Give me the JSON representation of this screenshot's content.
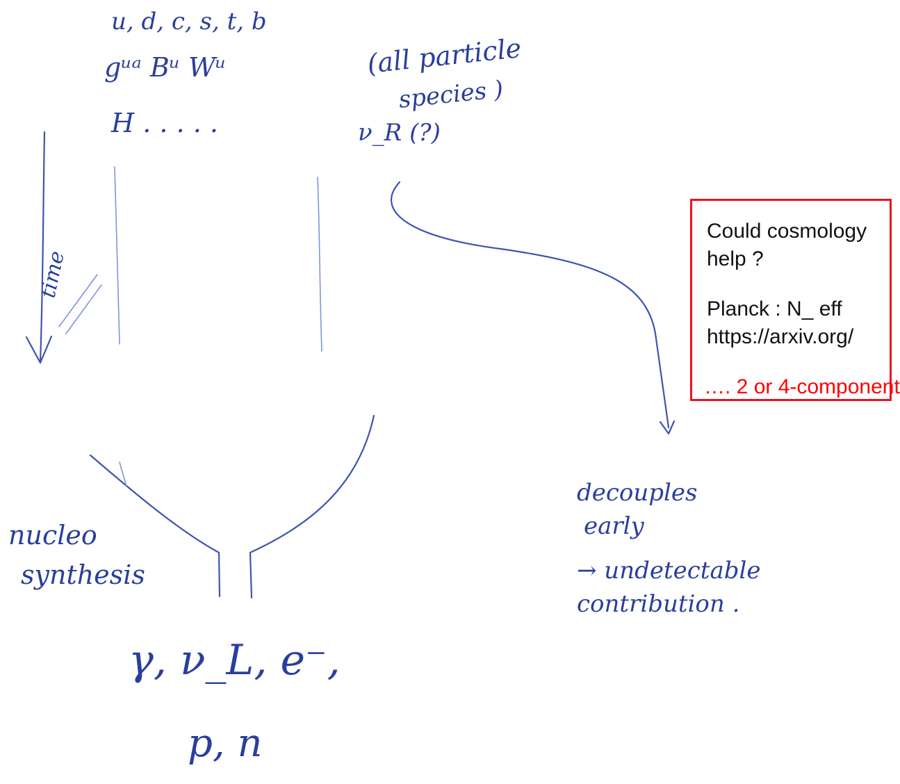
{
  "handwriting": {
    "quarks": "u, d, c, s, t, b",
    "bosons": "gᵘᵃ   Bᵘ  Wᵘ",
    "higgs": "H  . . . . .",
    "all_species_1": "(all particle",
    "all_species_2": "species )",
    "nu_r": "ν_R (?)",
    "time": "time",
    "nucleo_1": "nucleo",
    "nucleo_2": "synthesis",
    "products_1": "γ, ν_L, e⁻,",
    "products_2": "p, n",
    "decouples_1": "decouples",
    "decouples_2": "early",
    "decouples_3": "→ undetectable",
    "decouples_4": "contribution ."
  },
  "callout": {
    "line1": "Could cosmology",
    "line2": "help ?",
    "line3": "Planck : N_ eff",
    "line4": "https://arxiv.org/",
    "line5": "…. 2 or 4-component"
  },
  "colors": {
    "ink": "#2a3f9a",
    "callout_border": "#e8141c",
    "callout_emphasis": "#ff0000"
  }
}
